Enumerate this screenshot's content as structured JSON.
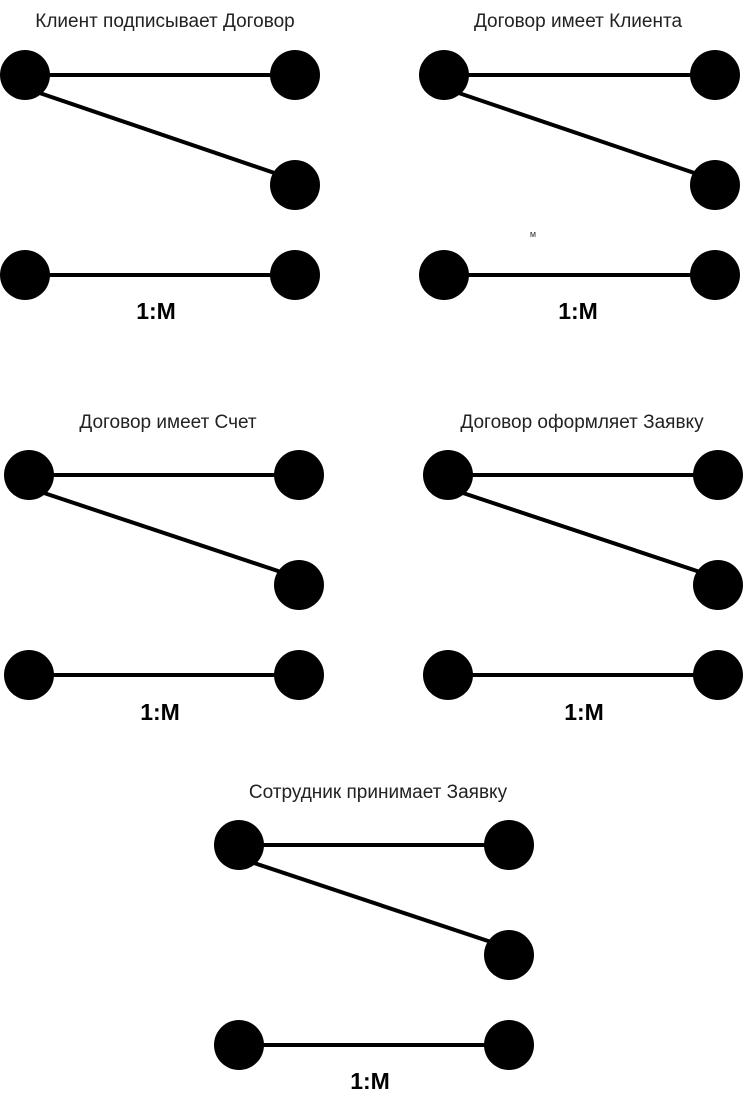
{
  "colors": {
    "node": "#000000",
    "edge": "#000000",
    "title_text": "#222222",
    "background": "#ffffff"
  },
  "diagrams": [
    {
      "title": "Клиент подписывает Договор",
      "cardinality": "1:M"
    },
    {
      "title": "Договор имеет Клиента",
      "cardinality": "1:M",
      "stray_label": "м"
    },
    {
      "title": "Договор имеет Счет",
      "cardinality": "1:M"
    },
    {
      "title": "Договор оформляет Заявку",
      "cardinality": "1:M"
    },
    {
      "title": "Сотрудник принимает Заявку",
      "cardinality": "1:M"
    }
  ]
}
